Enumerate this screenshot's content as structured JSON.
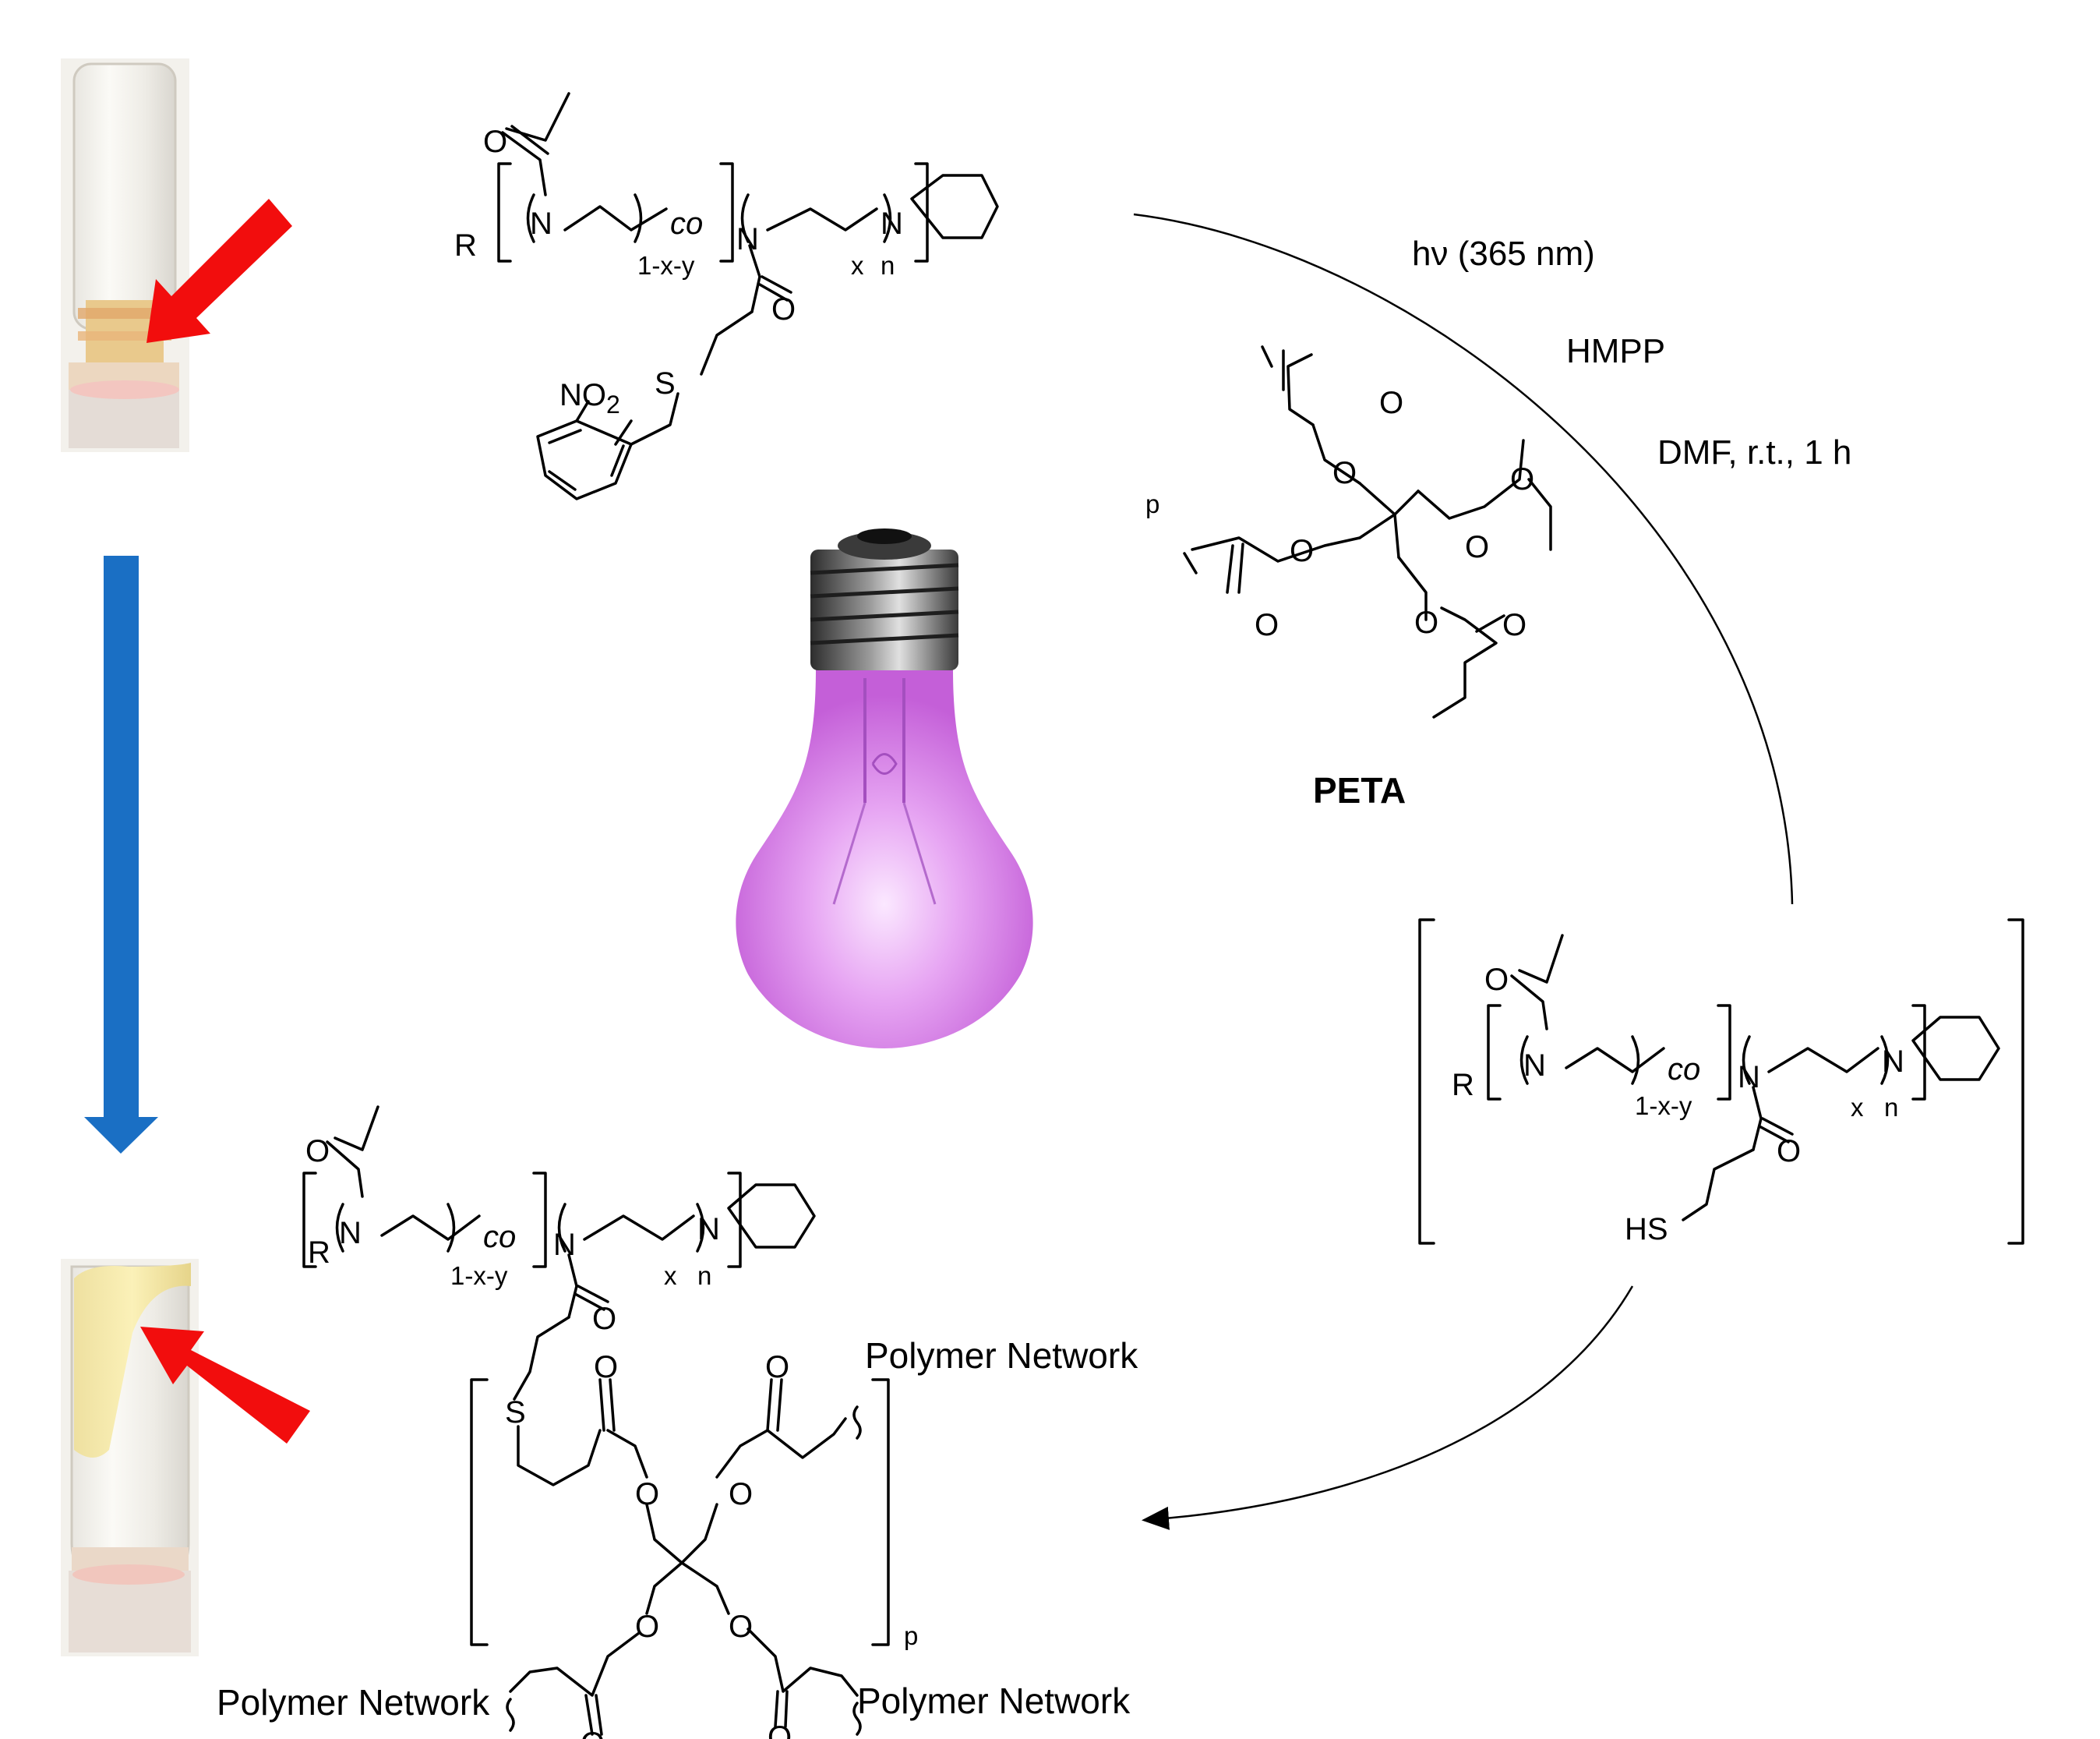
{
  "conditions": {
    "light": "hν (365 nm)",
    "initiator": "HMPP",
    "solvent_time": "DMF, r.t., 1 h"
  },
  "crosslinker": {
    "name": "PETA",
    "count_label": "p"
  },
  "polymer_labels": {
    "end_group": "R",
    "comonomer": "co",
    "first_unit_subscript": "1-x-y",
    "second_unit_subscript": "x",
    "repeat_subscript": "n",
    "nitrogen": "N",
    "oxygen": "O",
    "sulfur": "S",
    "nitro": "NO",
    "nitro_sub": "2",
    "thiol": "HS"
  },
  "network": {
    "repeat_subscript": "p",
    "label_top_right": "Polymer Network",
    "label_bottom_left": "Polymer Network",
    "label_bottom_right": "Polymer Network"
  },
  "colors": {
    "pointer_arrow": "#f20d0d",
    "progress_arrow": "#1a6fc4",
    "bulb_glass": "#d77ee8",
    "vial_liquid_after": "#f2e49a"
  },
  "icons": [
    "vial-photo-before",
    "vial-photo-after",
    "light-bulb-icon",
    "red-arrow-icon",
    "blue-arrow-icon"
  ]
}
